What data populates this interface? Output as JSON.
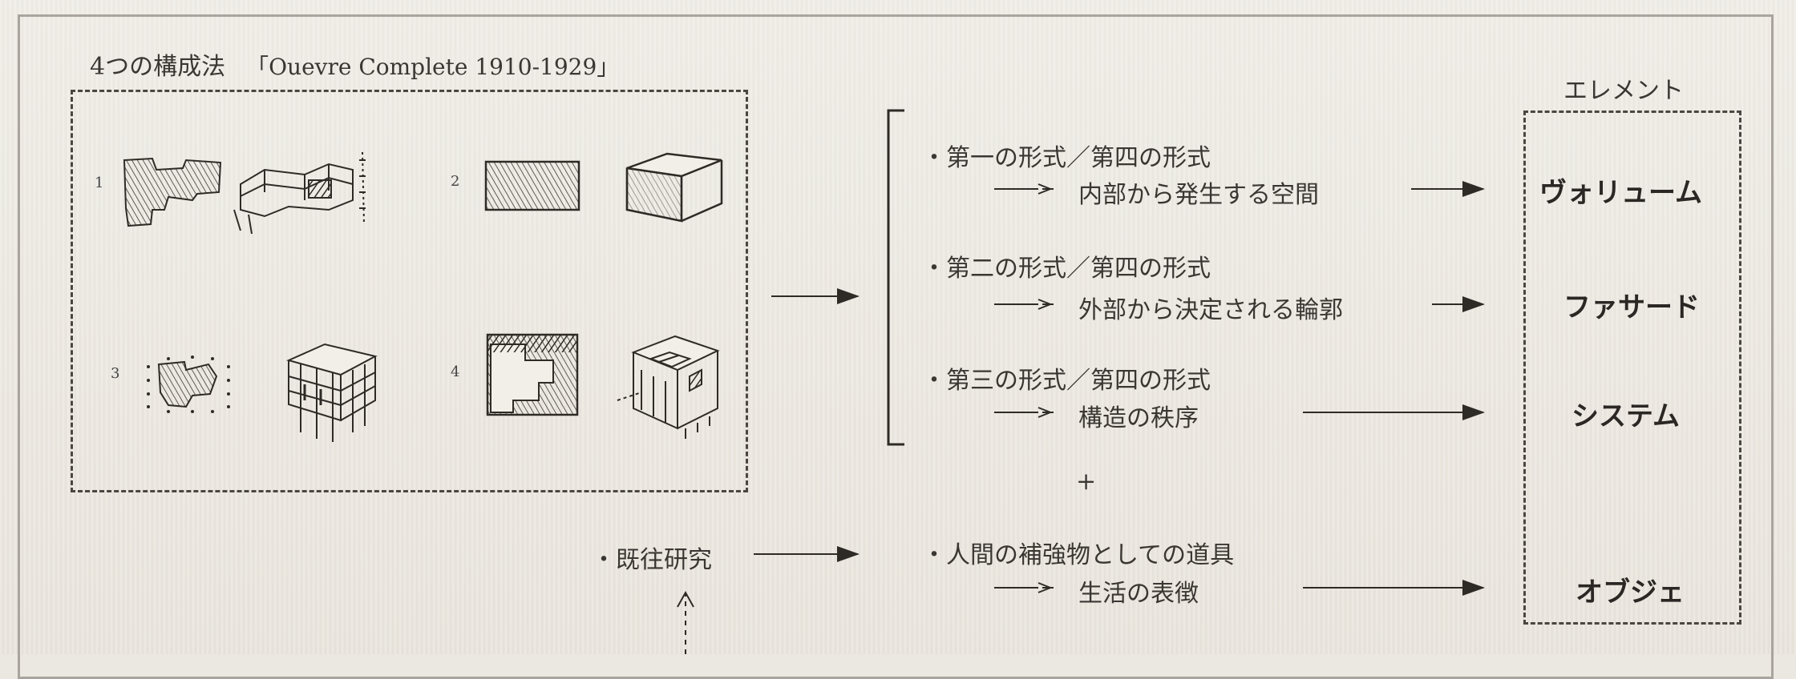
{
  "heading": {
    "title": "4つの構成法",
    "subtitle": "「Ouevre Complete 1910-1929」"
  },
  "sketches": [
    {
      "number": "1"
    },
    {
      "number": "2"
    },
    {
      "number": "3"
    },
    {
      "number": "4"
    }
  ],
  "forms": [
    {
      "label": "・第一の形式／第四の形式",
      "sub": "内部から発生する空間",
      "element": "ヴォリューム"
    },
    {
      "label": "・第二の形式／第四の形式",
      "sub": "外部から決定される輪郭",
      "element": "ファサード"
    },
    {
      "label": "・第三の形式／第四の形式",
      "sub": "構造の秩序",
      "element": "システム"
    }
  ],
  "plus": "+",
  "prior": {
    "label": "・既往研究"
  },
  "tool": {
    "label": "・人間の補強物としての道具",
    "sub": "生活の表徴",
    "element": "オブジェ"
  },
  "elements_heading": "エレメント"
}
